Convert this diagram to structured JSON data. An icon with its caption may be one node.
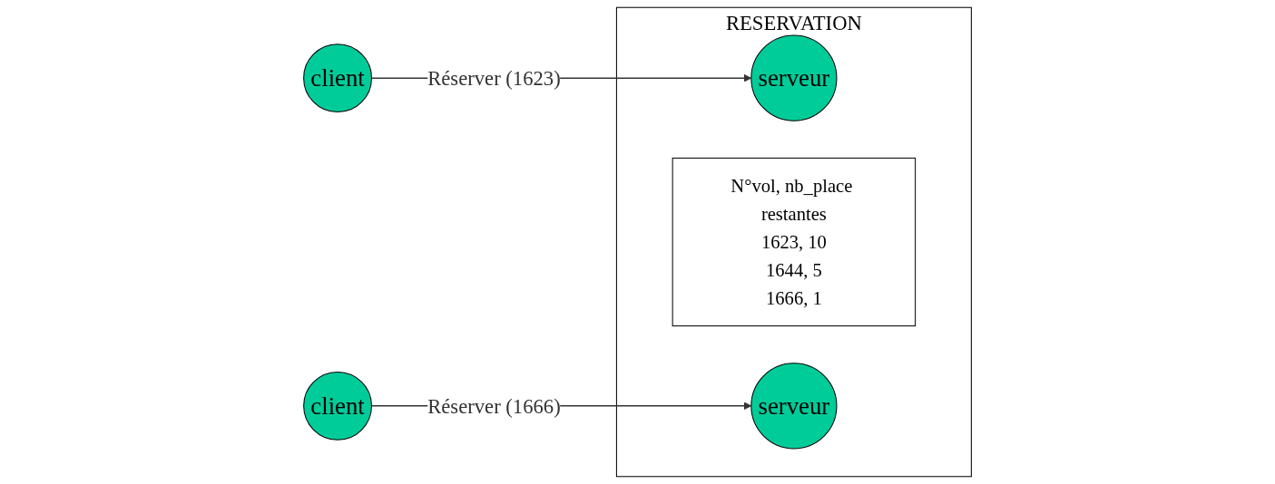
{
  "diagram": {
    "nodes": [
      {
        "text": [
          "RESERVATION"
        ]
      },
      {
        "text": [
          "client"
        ]
      },
      {
        "text": [
          "serveur"
        ],
        "in": 0
      },
      {
        "text": [
          "N°vol, nb_place restantes",
          "1623, 10",
          "1644, 5",
          "1666, 1"
        ],
        "in": 0
      },
      {
        "text": [
          "client"
        ]
      },
      {
        "text": [
          "serveur"
        ],
        "in": 0
      }
    ],
    "edges": [
      {
        "from": 1,
        "to": 2,
        "arrow": "to",
        "label": "Réserver (1623)"
      },
      {
        "from": 4,
        "to": 5,
        "arrow": "to",
        "label": "Réserver (1666)"
      }
    ]
  }
}
